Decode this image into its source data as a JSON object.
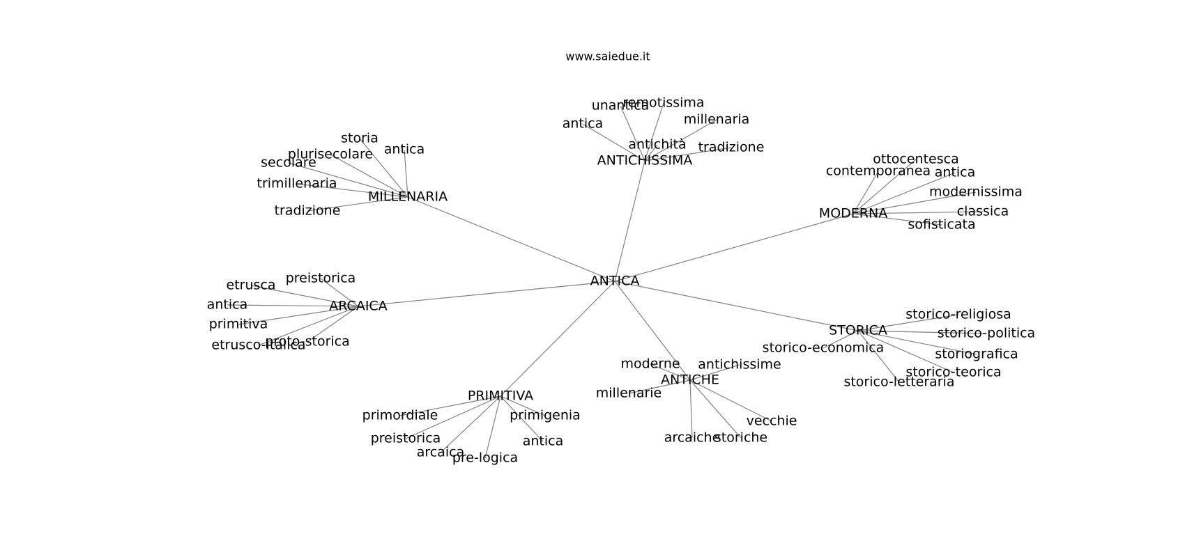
{
  "watermark": "www.saiedue.it",
  "center": {
    "label": "ANTICA"
  },
  "clusters": [
    {
      "label": "ANTICHISSIMA",
      "leaves": [
        "unantica",
        "remotissima",
        "millenaria",
        "antica",
        "antichità",
        "tradizione"
      ]
    },
    {
      "label": "MILLENARIA",
      "leaves": [
        "storia",
        "antica",
        "plurisecolare",
        "secolare",
        "trimillenaria",
        "tradizione"
      ]
    },
    {
      "label": "MODERNA",
      "leaves": [
        "ottocentesca",
        "contemporanea",
        "antica",
        "modernissima",
        "classica",
        "sofisticata"
      ]
    },
    {
      "label": "ARCAICA",
      "leaves": [
        "preistorica",
        "etrusca",
        "antica",
        "primitiva",
        "proto-storica",
        "etrusco-italica"
      ]
    },
    {
      "label": "STORICA",
      "leaves": [
        "storico-religiosa",
        "storico-politica",
        "storico-economica",
        "storiografica",
        "storico-teorica",
        "storico-letteraria"
      ]
    },
    {
      "label": "ANTICHE",
      "leaves": [
        "moderne",
        "antichissime",
        "millenarie",
        "vecchie",
        "arcaiche",
        "storiche"
      ]
    },
    {
      "label": "PRIMITIVA",
      "leaves": [
        "primordiale",
        "primigenia",
        "preistorica",
        "antica",
        "arcaica",
        "pre-logica"
      ]
    }
  ]
}
